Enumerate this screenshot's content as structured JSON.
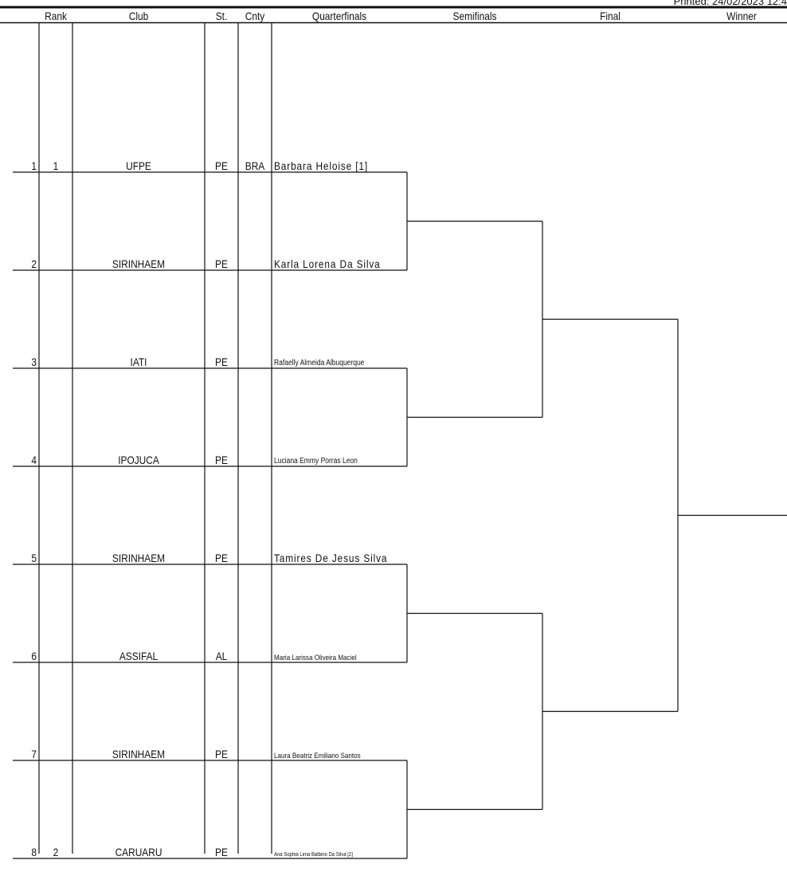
{
  "printed": "Printed: 24/02/2023 12:4",
  "headers": {
    "rank": "Rank",
    "club": "Club",
    "state": "St.",
    "country": "Cnty",
    "qf": "Quarterfinals",
    "sf": "Semifinals",
    "final": "Final",
    "winner": "Winner"
  },
  "rows": [
    {
      "num": "1",
      "rank": "1",
      "club": "UFPE",
      "state": "PE",
      "country": "BRA",
      "player": "Barbara Heloise [1]"
    },
    {
      "num": "2",
      "rank": "",
      "club": "SIRINHAEM",
      "state": "PE",
      "country": "",
      "player": "Karla Lorena Da Silva"
    },
    {
      "num": "3",
      "rank": "",
      "club": "IATI",
      "state": "PE",
      "country": "",
      "player": "Rafaelly Almeida Albuquerque"
    },
    {
      "num": "4",
      "rank": "",
      "club": "IPOJUCA",
      "state": "PE",
      "country": "",
      "player": "Luciana Emmy Porras Leon"
    },
    {
      "num": "5",
      "rank": "",
      "club": "SIRINHAEM",
      "state": "PE",
      "country": "",
      "player": "Tamires De Jesus Silva"
    },
    {
      "num": "6",
      "rank": "",
      "club": "ASSIFAL",
      "state": "AL",
      "country": "",
      "player": "Maria Larissa Oliveira Maciel"
    },
    {
      "num": "7",
      "rank": "",
      "club": "SIRINHAEM",
      "state": "PE",
      "country": "",
      "player": "Laura Beatriz Emiliano Santos"
    },
    {
      "num": "8",
      "rank": "2",
      "club": "CARUARU",
      "state": "PE",
      "country": "",
      "player": "Ana Sophia Lima Balbino Da Silva [2]"
    }
  ]
}
